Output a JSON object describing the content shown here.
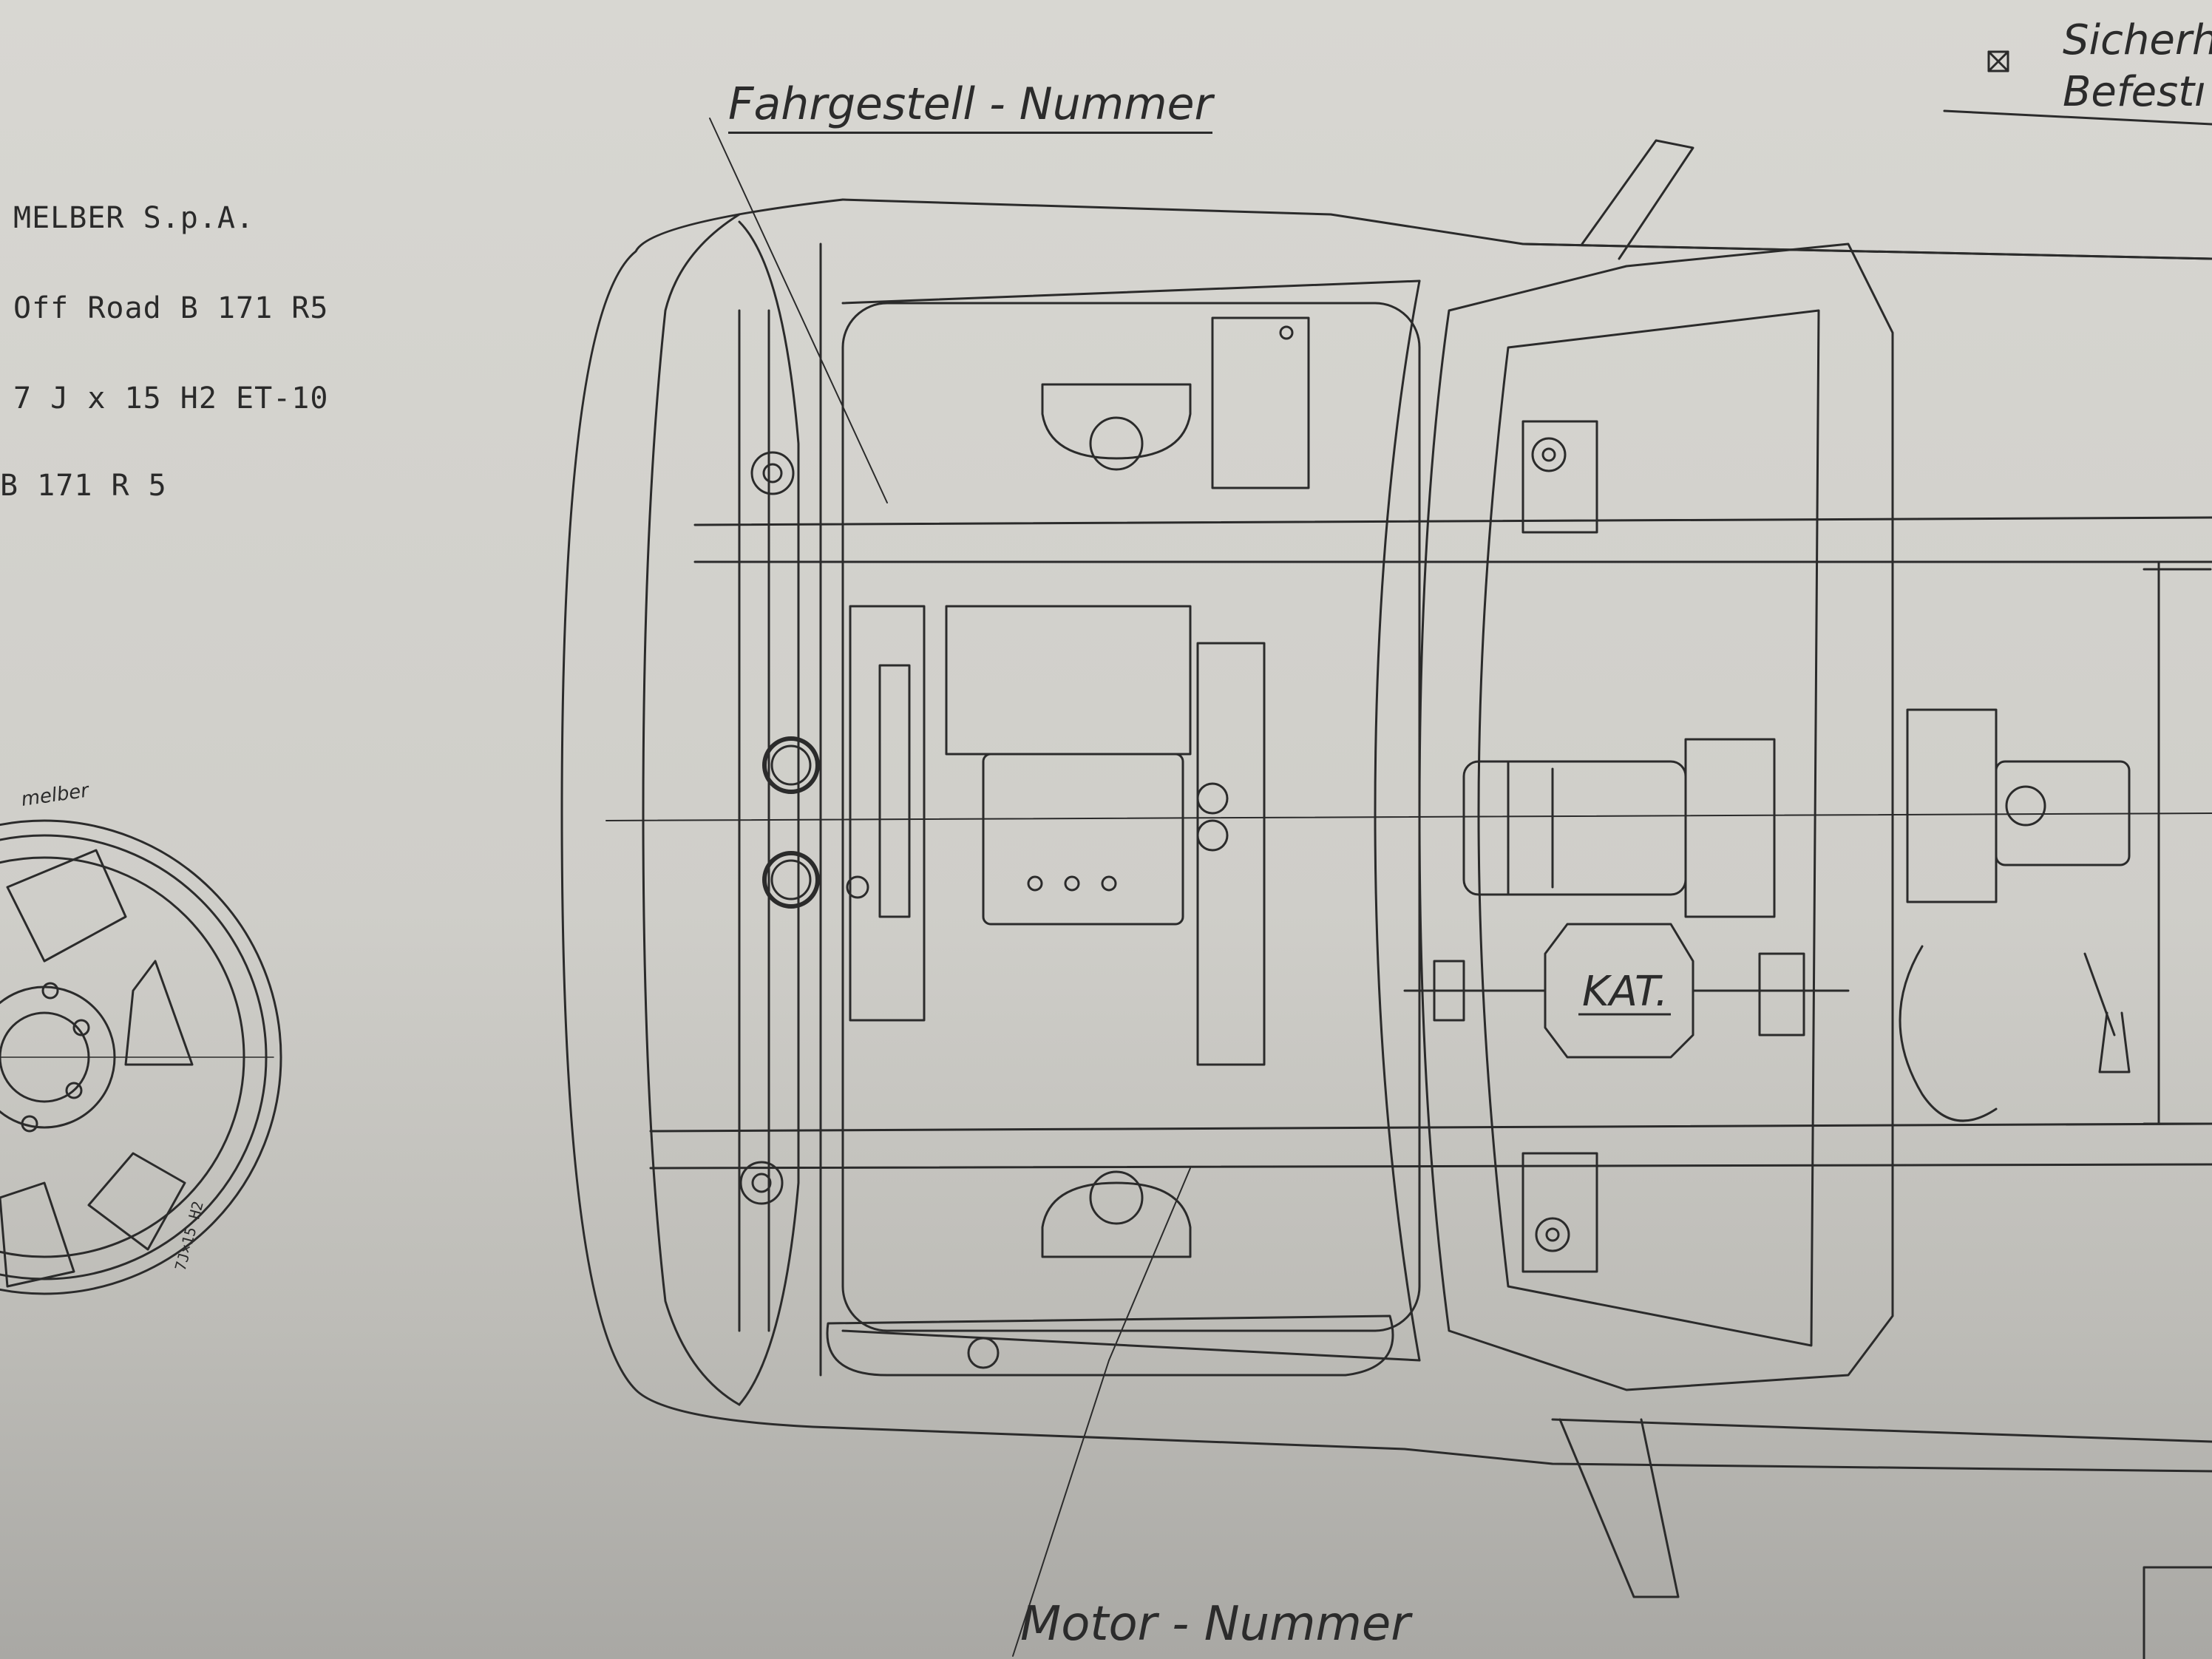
{
  "document": {
    "manufacturer": "MELBER S.p.A.",
    "wheel_model": "Off Road B 171 R5",
    "wheel_size": "7 J x 15 H2 ET-10",
    "wheel_code": "B 171 R 5"
  },
  "labels": {
    "chassis_number": "Fahrgestell - Nummer",
    "engine_number": "Motor - Nummer",
    "catalyst": "KAT.",
    "safety_line1": "Sicherh",
    "safety_line2": "Befestı",
    "wheel_brand": "melber",
    "wheel_rim_marking": "7J×15 H2"
  },
  "icons": {
    "safety_marker": "crossed-square-icon"
  },
  "colors": {
    "paper": "#d2d1cc",
    "ink": "#2b2b2b"
  }
}
